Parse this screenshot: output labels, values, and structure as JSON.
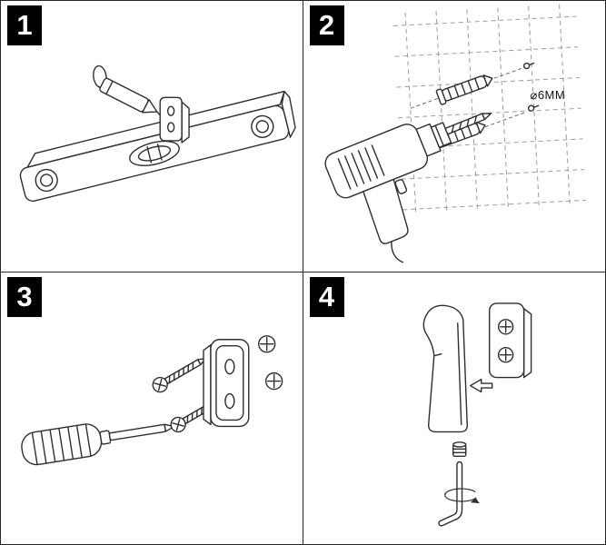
{
  "sheet": {
    "type": "assembly-instruction-sheet",
    "step_count": "4"
  },
  "panels": [
    {
      "number": "1",
      "illustration": "mark-position-with-spirit-level",
      "parts": [
        "spirit-level",
        "wall-bracket",
        "pencil"
      ]
    },
    {
      "number": "2",
      "illustration": "drill-holes-insert-wall-anchors",
      "label": "⌀6MM",
      "parts": [
        "power-drill",
        "wall-anchor",
        "wall-anchor",
        "tile-wall-grid",
        "screw-point",
        "screw-point"
      ]
    },
    {
      "number": "3",
      "illustration": "fasten-bracket-with-screws",
      "parts": [
        "screwdriver",
        "screw",
        "screw",
        "wall-bracket",
        "screw-head",
        "screw-head"
      ]
    },
    {
      "number": "4",
      "illustration": "mount-hook-and-tighten-set-screw",
      "parts": [
        "hook",
        "wall-bracket",
        "direction-arrow",
        "set-screw",
        "allen-key",
        "rotation-arrow"
      ]
    }
  ],
  "colors": {
    "background": "#ffffff",
    "line": "#2e2e2e",
    "border": "#262626",
    "badge_bg": "#000000",
    "badge_text": "#ffffff",
    "wall_grid": "#9c9c9c"
  }
}
